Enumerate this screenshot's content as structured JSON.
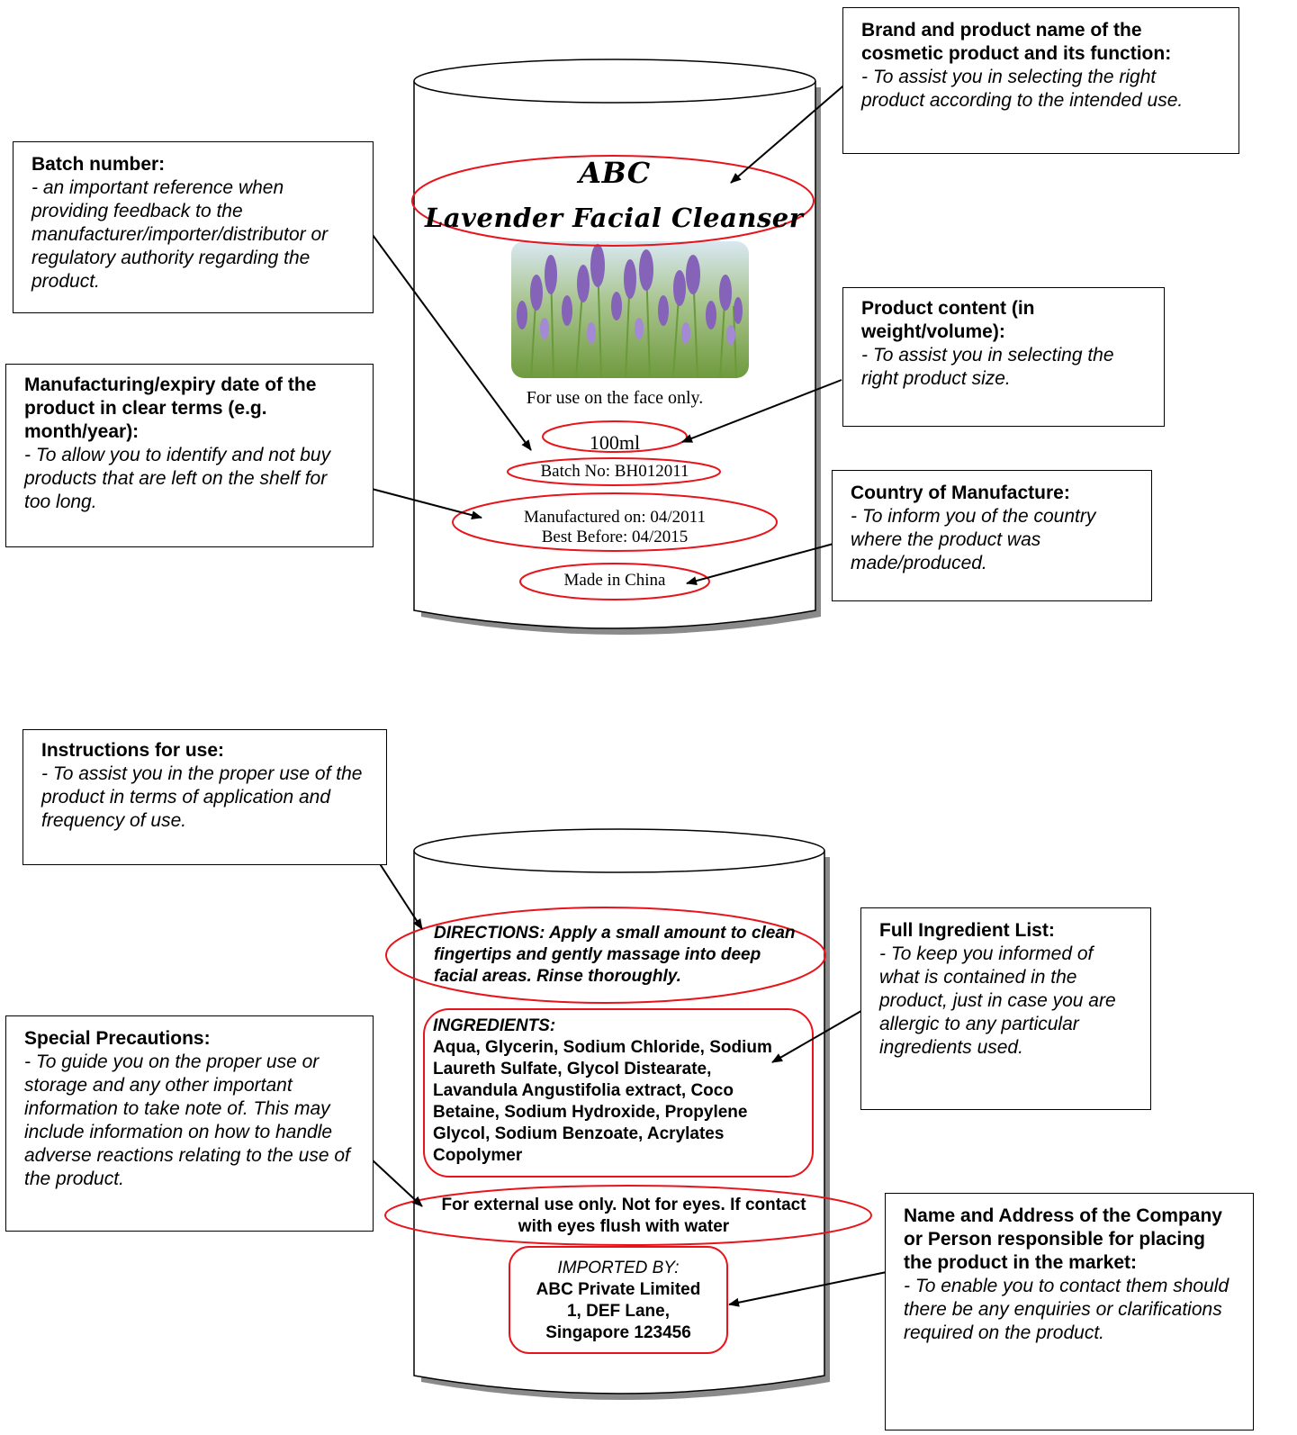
{
  "jar1": {
    "brand": "ABC",
    "product": "Lavender Facial Cleanser",
    "usage": "For use on the face only.",
    "content": "100ml",
    "batch": "Batch No: BH012011",
    "manufactured": "Manufactured on: 04/2011",
    "best_before": "Best Before: 04/2015",
    "origin": "Made in China"
  },
  "jar2": {
    "directions": "DIRECTIONS: Apply a small amount to clean fingertips and gently massage into deep facial areas. Rinse thoroughly.",
    "ingredients_title": "INGREDIENTS:",
    "ingredients": "Aqua, Glycerin, Sodium Chloride, Sodium Laureth Sulfate, Glycol Distearate, Lavandula Angustifolia extract, Coco Betaine, Sodium Hydroxide, Propylene Glycol, Sodium Benzoate, Acrylates Copolymer",
    "precautions": "For external use only. Not for eyes. If contact with eyes flush with water",
    "importer_title": "IMPORTED BY:",
    "importer_name": "ABC Private Limited",
    "importer_address1": "1, DEF Lane,",
    "importer_address2": "Singapore 123456"
  },
  "callouts": {
    "brand": {
      "title": "Brand and product name of the cosmetic product and its function:",
      "desc": "- To assist you in selecting the right product according to the intended use."
    },
    "batch": {
      "title": "Batch number:",
      "desc": "- an important reference when providing feedback to the manufacturer/importer/distributor or regulatory authority regarding the product."
    },
    "content": {
      "title": "Product content (in weight/volume):",
      "desc": "- To assist you in selecting the right product size."
    },
    "dates": {
      "title": "Manufacturing/expiry date of the product in clear terms (e.g. month/year):",
      "desc": "- To allow you to identify and not buy products that are left on the shelf for too long."
    },
    "country": {
      "title": "Country of Manufacture:",
      "desc": "- To inform you of the country where the product was made/produced."
    },
    "instructions": {
      "title": "Instructions for use:",
      "desc": "- To assist you in the proper use of the product in terms of application and frequency of use."
    },
    "ingredients": {
      "title": "Full Ingredient List:",
      "desc": "- To keep you informed of what is contained in the product, just in case you are allergic to any particular ingredients used."
    },
    "precautions": {
      "title": "Special Precautions:",
      "desc": "- To guide you on the proper use or storage and any other important information to take note of. This may include information on how to handle adverse reactions relating to the use of the product."
    },
    "responsible": {
      "title": "Name and Address of the Company or Person responsible for placing the product in the market:",
      "desc": "- To enable you to contact them should there be any enquiries or clarifications required on the product."
    }
  },
  "colors": {
    "highlight": "#e8141b",
    "outline": "#000000",
    "shadow": "#8a8a8a"
  },
  "icons": {
    "product_photo": "lavender-field-image"
  }
}
